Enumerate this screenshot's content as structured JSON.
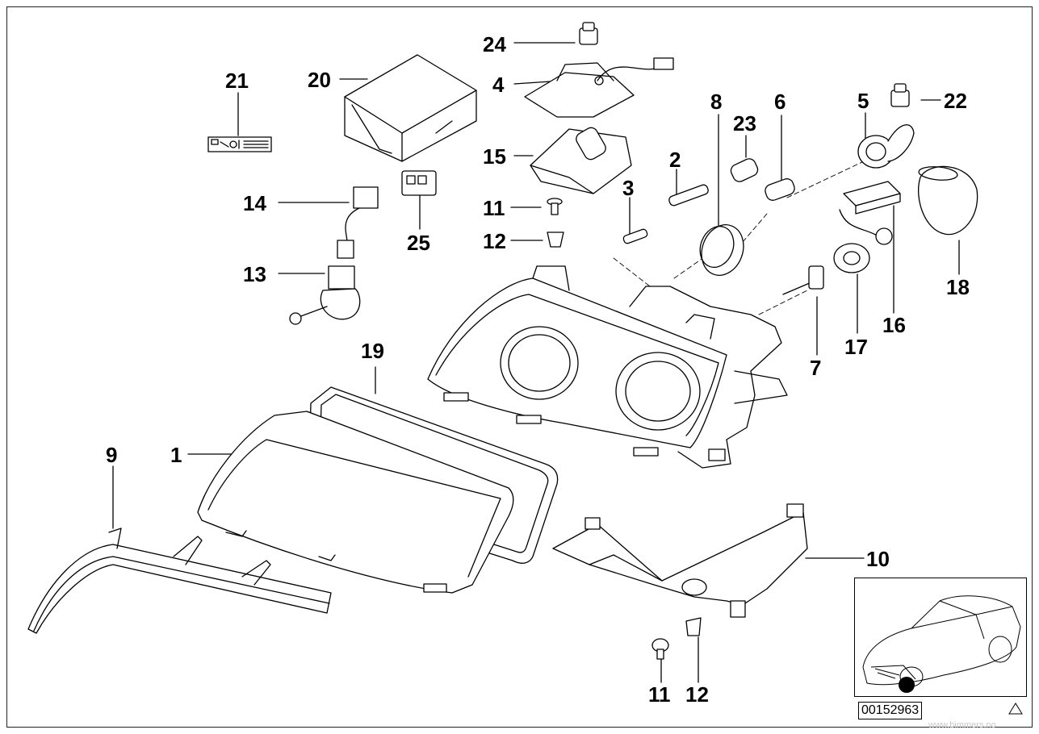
{
  "diagram": {
    "part_numbers": [
      "24",
      "4",
      "20",
      "21",
      "15",
      "23",
      "8",
      "6",
      "5",
      "22",
      "2",
      "3",
      "11",
      "12",
      "14",
      "25",
      "13",
      "18",
      "16",
      "17",
      "7",
      "19",
      "9",
      "1",
      "10",
      "11",
      "12"
    ],
    "document_id": "00152963",
    "watermark": "www.bimmers.no",
    "warning_icon": "triangle-icon",
    "vehicle_icon": "car-front-view-icon"
  }
}
